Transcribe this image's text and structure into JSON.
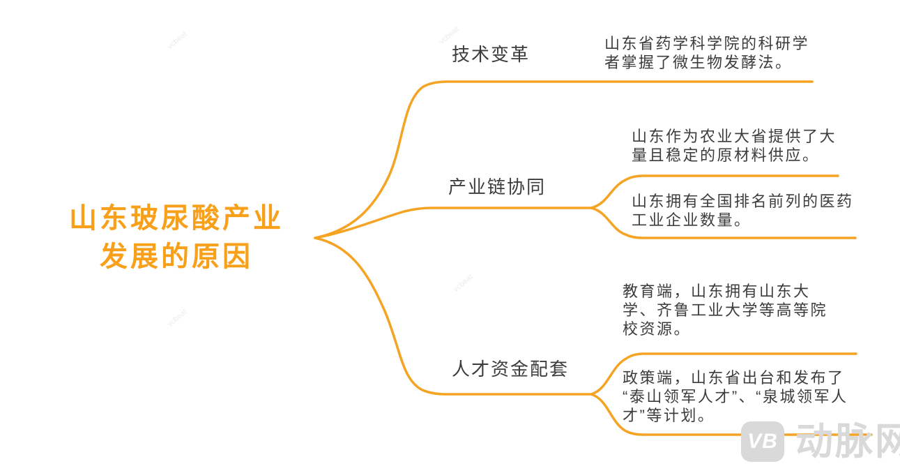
{
  "colors": {
    "connector_orange": "#F5A323",
    "root_title_orange": "#F9A01B",
    "node_text_gray": "#3C3C3C",
    "watermark_gray": "#D9D9D9"
  },
  "root": {
    "title": "山东玻尿酸产业\n发展的原因"
  },
  "branches": [
    {
      "label": "技术变革",
      "leaves": [
        {
          "text": "山东省药学科学院的科研学\n者掌握了微生物发酵法。"
        }
      ]
    },
    {
      "label": "产业链协同",
      "leaves": [
        {
          "text": "山东作为农业大省提供了大\n量且稳定的原材料供应。"
        },
        {
          "text": "山东拥有全国排名前列的医药\n工业企业数量。"
        }
      ]
    },
    {
      "label": "人才资金配套",
      "leaves": [
        {
          "text": "教育端，山东拥有山东大\n学、齐鲁工业大学等高等院\n校资源。"
        },
        {
          "text": "政策端，山东省出台和发布了\n“泰山领军人才”、“泉城领军人\n才”等计划。"
        }
      ]
    }
  ],
  "watermark": {
    "badge_text": "VB",
    "brand_text": "动脉网",
    "tile_text": "vcbeat"
  }
}
